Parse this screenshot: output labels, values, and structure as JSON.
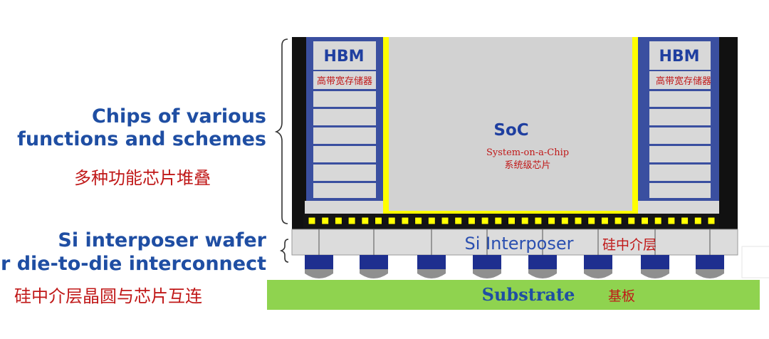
{
  "labels": {
    "chips_line1": "Chips of various",
    "chips_line2": "functions and schemes",
    "chips_cn": "多种功能芯片堆叠",
    "interposer_line1": "Si interposer wafer",
    "interposer_line2": "for die-to-die interconnect",
    "interposer_cn": "硅中介层晶圆与芯片互连"
  },
  "diagram": {
    "hbm_left": "HBM",
    "hbm_left_cn": "高带宽存储器",
    "hbm_right": "HBM",
    "hbm_right_cn": "高带宽存储器",
    "soc": "SoC",
    "soc_sub": "System-on-a-Chip",
    "soc_cn": "系统级芯片",
    "interposer": "Si Interposer",
    "interposer_cn": "硅中介层",
    "substrate": "Substrate",
    "substrate_cn": "基板"
  },
  "colors": {
    "label_blue": "#1f4ea3",
    "label_red": "#c01818",
    "soc_yellow": "#ffff00",
    "hbm_stack_blue": "#3a4fa0",
    "bump_navy": "#1e2f8f",
    "substrate_green": "#8fd34f",
    "interposer_gray": "#dcdcdc",
    "die_gray": "#d2d2d2"
  }
}
